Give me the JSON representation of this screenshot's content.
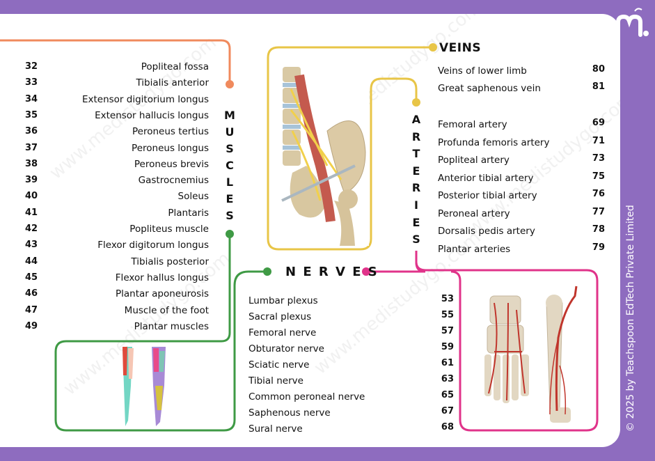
{
  "brand": {
    "watermark": "www.medistudygo.com",
    "copyright": "© 2025 by Teachspoon EdTech Private Limited"
  },
  "muscles": {
    "heading": [
      "M",
      "U",
      "S",
      "C",
      "L",
      "E",
      "S"
    ],
    "items": [
      {
        "num": "32",
        "name": "Popliteal fossa"
      },
      {
        "num": "33",
        "name": "Tibialis anterior"
      },
      {
        "num": "34",
        "name": "Extensor digitorium longus"
      },
      {
        "num": "35",
        "name": "Extensor hallucis longus"
      },
      {
        "num": "36",
        "name": "Peroneus tertius"
      },
      {
        "num": "37",
        "name": "Peroneus longus"
      },
      {
        "num": "38",
        "name": "Peroneus brevis"
      },
      {
        "num": "39",
        "name": "Gastrocnemius"
      },
      {
        "num": "40",
        "name": "Soleus"
      },
      {
        "num": "41",
        "name": "Plantaris"
      },
      {
        "num": "42",
        "name": "Popliteus muscle"
      },
      {
        "num": "43",
        "name": "Flexor digitorum longus"
      },
      {
        "num": "44",
        "name": "Tibialis posterior"
      },
      {
        "num": "45",
        "name": "Flexor hallus longus"
      },
      {
        "num": "46",
        "name": "Plantar aponeurosis"
      },
      {
        "num": "47",
        "name": "Muscle of the foot"
      },
      {
        "num": "49",
        "name": "Plantar muscles"
      }
    ]
  },
  "veins": {
    "heading": "VEINS",
    "items": [
      {
        "name": "Veins of lower limb",
        "num": "80"
      },
      {
        "name": "Great saphenous vein",
        "num": "81"
      }
    ]
  },
  "arteries": {
    "heading": [
      "A",
      "R",
      "T",
      "E",
      "R",
      "I",
      "E",
      "S"
    ],
    "items": [
      {
        "name": "Femoral artery",
        "num": "69"
      },
      {
        "name": "Profunda femoris artery",
        "num": "71"
      },
      {
        "name": "Popliteal artery",
        "num": "73"
      },
      {
        "name": "Anterior tibial artery",
        "num": "75"
      },
      {
        "name": "Posterior tibial artery",
        "num": "76"
      },
      {
        "name": "Peroneal artery",
        "num": "77"
      },
      {
        "name": "Dorsalis pedis artery",
        "num": "78"
      },
      {
        "name": "Plantar arteries",
        "num": "79"
      }
    ]
  },
  "nerves": {
    "heading": "N E R V E S",
    "items": [
      {
        "name": "Lumbar plexus",
        "num": "53"
      },
      {
        "name": "Sacral plexus",
        "num": "55"
      },
      {
        "name": "Femoral nerve",
        "num": "57"
      },
      {
        "name": "Obturator nerve",
        "num": "59"
      },
      {
        "name": "Sciatic nerve",
        "num": "61"
      },
      {
        "name": "Tibial nerve",
        "num": "63"
      },
      {
        "name": "Common peroneal nerve",
        "num": "65"
      },
      {
        "name": "Saphenous nerve",
        "num": "67"
      },
      {
        "name": "Sural nerve",
        "num": "68"
      }
    ]
  },
  "colors": {
    "muscles": "#f08a5d",
    "veins": "#e8c547",
    "arteries": "#e0338a",
    "nerves": "#3f9a45",
    "frame": "#8e6cbf"
  }
}
